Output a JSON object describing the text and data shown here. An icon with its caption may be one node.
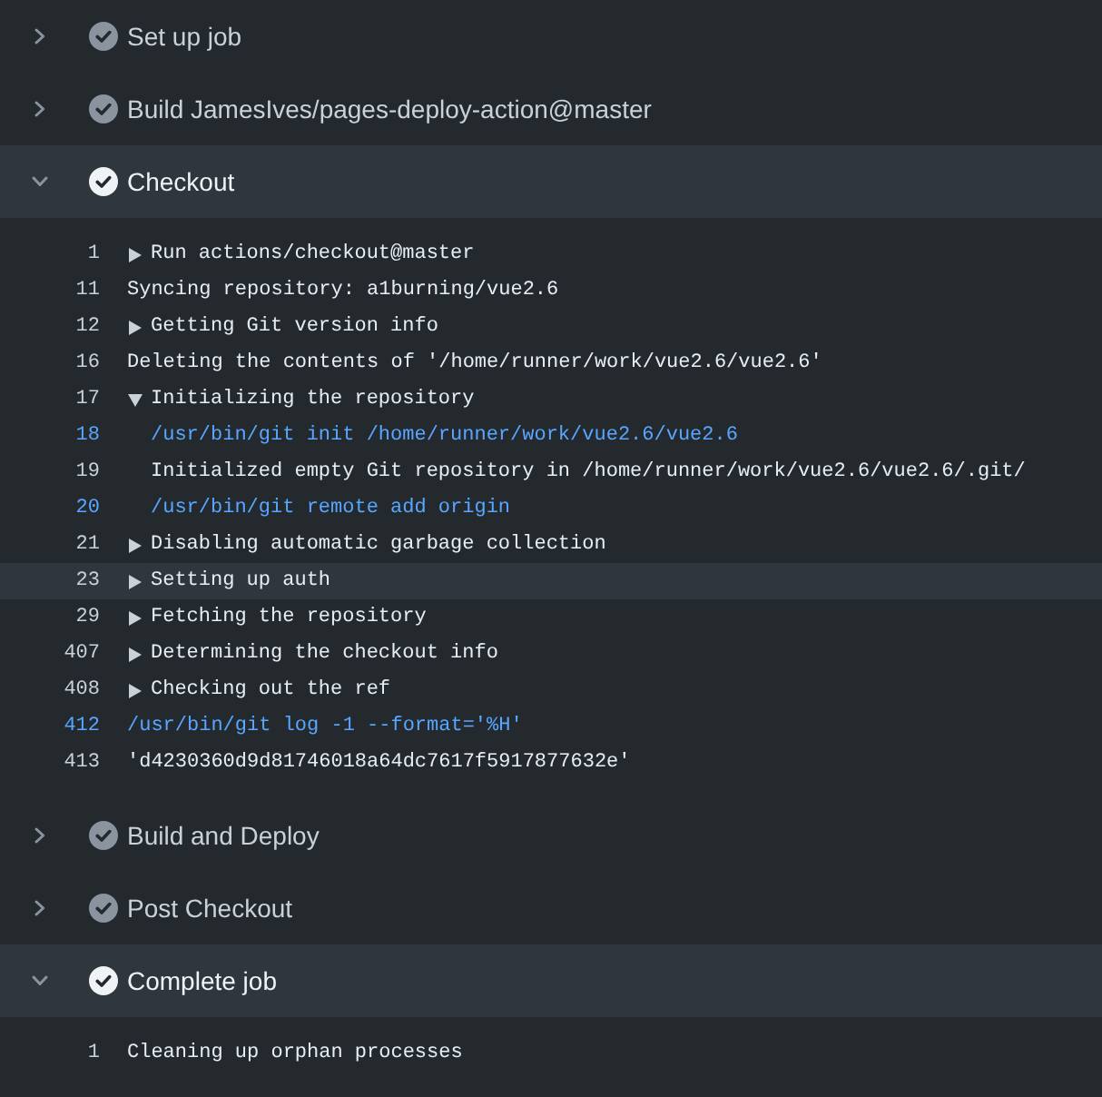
{
  "diagram": {
    "nodes": [
      {
        "text": [
          "Set up job"
        ]
      },
      {
        "text": [
          "Build JamesIves/pages-deploy-action@master"
        ]
      },
      {
        "text": [
          "Checkout"
        ]
      },
      {
        "text": [
          "1",
          "Run actions/checkout@master"
        ]
      },
      {
        "text": [
          "11",
          "Syncing repository: a1burning/vue2.6"
        ]
      },
      {
        "text": [
          "12",
          "Getting Git version info"
        ]
      },
      {
        "text": [
          "16",
          "Deleting the contents of '/home/runner/work/vue2.6/vue2.6'"
        ]
      },
      {
        "text": [
          "17",
          "Initializing the repository"
        ]
      },
      {
        "text": [
          "18",
          "/usr/bin/git init /home/runner/work/vue2.6/vue2.6"
        ]
      },
      {
        "text": [
          "19",
          "Initialized empty Git repository in /home/runner/work/vue2.6/vue2.6/.git/"
        ]
      },
      {
        "text": [
          "20",
          "/usr/bin/git remote add origin"
        ]
      },
      {
        "text": [
          "21",
          "Disabling automatic garbage collection"
        ]
      },
      {
        "text": [
          "23",
          "Setting up auth"
        ]
      },
      {
        "text": [
          "29",
          "Fetching the repository"
        ]
      },
      {
        "text": [
          "407",
          "Determining the checkout info"
        ]
      },
      {
        "text": [
          "408",
          "Checking out the ref"
        ]
      },
      {
        "text": [
          "412",
          "/usr/bin/git log -1 --format='%H'"
        ]
      },
      {
        "text": [
          "413",
          "'d4230360d9d81746018a64dc7617f5917877632e'"
        ]
      },
      {
        "text": [
          "Build and Deploy"
        ]
      },
      {
        "text": [
          "Post Checkout"
        ]
      },
      {
        "text": [
          "Complete job"
        ]
      },
      {
        "text": [
          "1",
          "Cleaning up orphan processes"
        ]
      }
    ]
  }
}
